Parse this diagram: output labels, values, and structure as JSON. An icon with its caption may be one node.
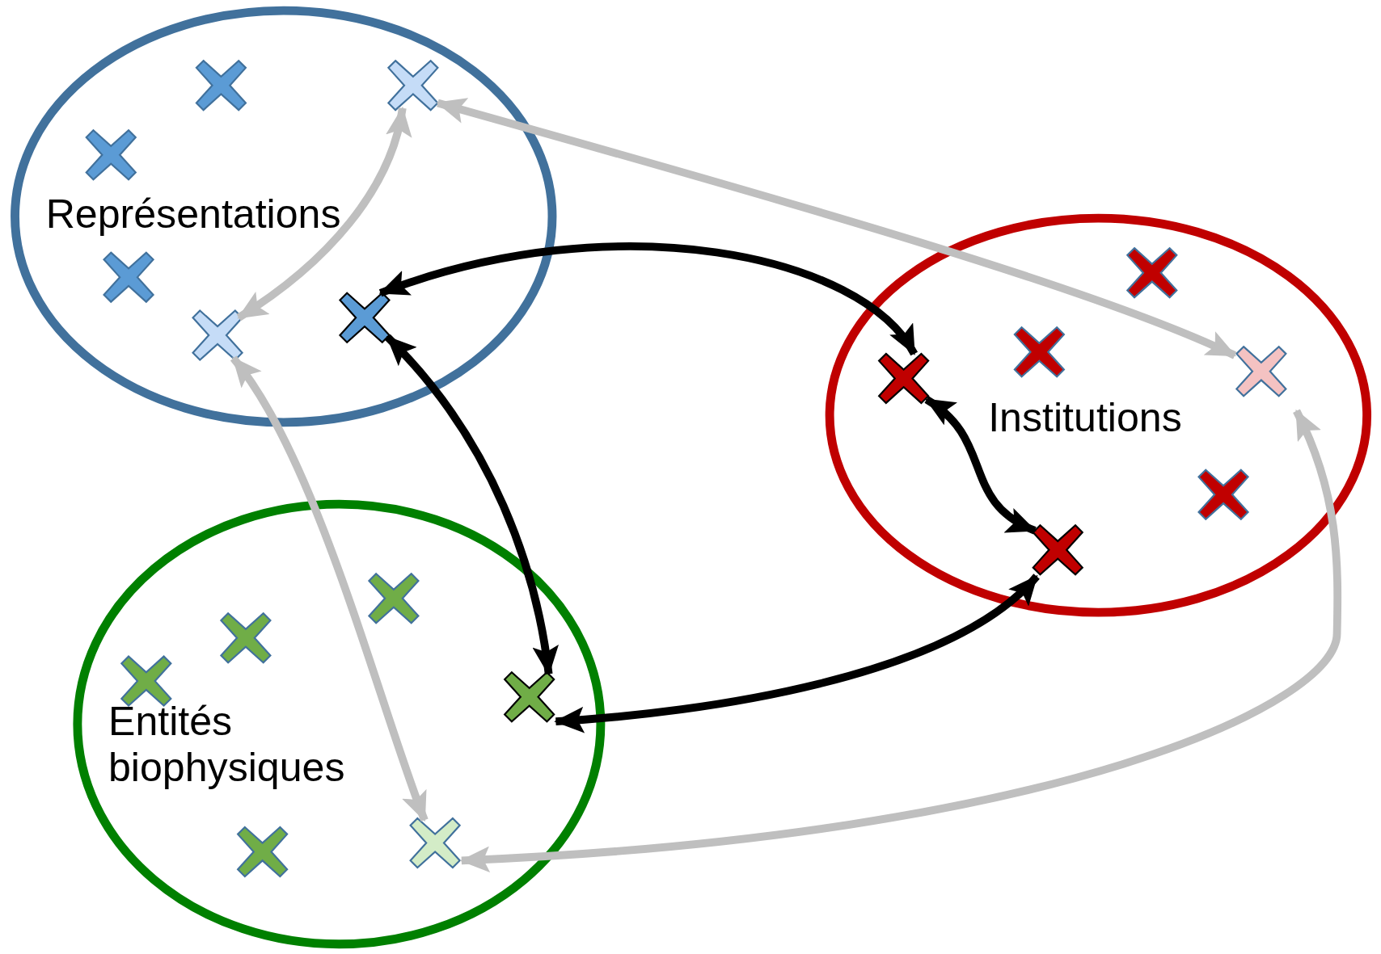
{
  "diagram": {
    "nodes": [
      {
        "text": [
          "Représentations"
        ]
      },
      {
        "text": [],
        "shape": "cross",
        "in": 0
      },
      {
        "text": [],
        "shape": "cross",
        "in": 0
      },
      {
        "text": [],
        "shape": "cross",
        "in": 0
      },
      {
        "text": [],
        "shape": "cross",
        "in": 0
      },
      {
        "text": [],
        "shape": "cross",
        "in": 0
      },
      {
        "text": [],
        "shape": "cross",
        "in": 0
      },
      {
        "text": [
          "Institutions"
        ]
      },
      {
        "text": [],
        "shape": "cross",
        "in": 7
      },
      {
        "text": [],
        "shape": "cross",
        "in": 7
      },
      {
        "text": [],
        "shape": "cross",
        "in": 7
      },
      {
        "text": [],
        "shape": "cross",
        "in": 7
      },
      {
        "text": [],
        "shape": "cross",
        "in": 7
      },
      {
        "text": [],
        "shape": "cross",
        "in": 7
      },
      {
        "text": [
          "Entités biophysiques"
        ]
      },
      {
        "text": [],
        "shape": "cross",
        "in": 14
      },
      {
        "text": [],
        "shape": "cross",
        "in": 14
      },
      {
        "text": [],
        "shape": "cross",
        "in": 14
      },
      {
        "text": [],
        "shape": "cross",
        "in": 14
      },
      {
        "text": [],
        "shape": "cross",
        "in": 14
      },
      {
        "text": [],
        "shape": "cross",
        "in": 14
      }
    ],
    "edges": [
      {
        "from": 2,
        "to": 6,
        "arrow": "both",
        "color": "#bfbfbf"
      },
      {
        "from": 2,
        "to": 10,
        "arrow": "both",
        "color": "#bfbfbf"
      },
      {
        "from": 6,
        "to": 19,
        "arrow": "both",
        "color": "#bfbfbf"
      },
      {
        "from": 10,
        "to": 19,
        "arrow": "both",
        "color": "#bfbfbf"
      },
      {
        "from": 5,
        "to": 11,
        "arrow": "both",
        "color": "#000000"
      },
      {
        "from": 5,
        "to": 18,
        "arrow": "both",
        "color": "#000000"
      },
      {
        "from": 11,
        "to": 13,
        "arrow": "both",
        "color": "#000000"
      },
      {
        "from": 13,
        "to": 18,
        "arrow": "both",
        "color": "#000000"
      }
    ]
  }
}
